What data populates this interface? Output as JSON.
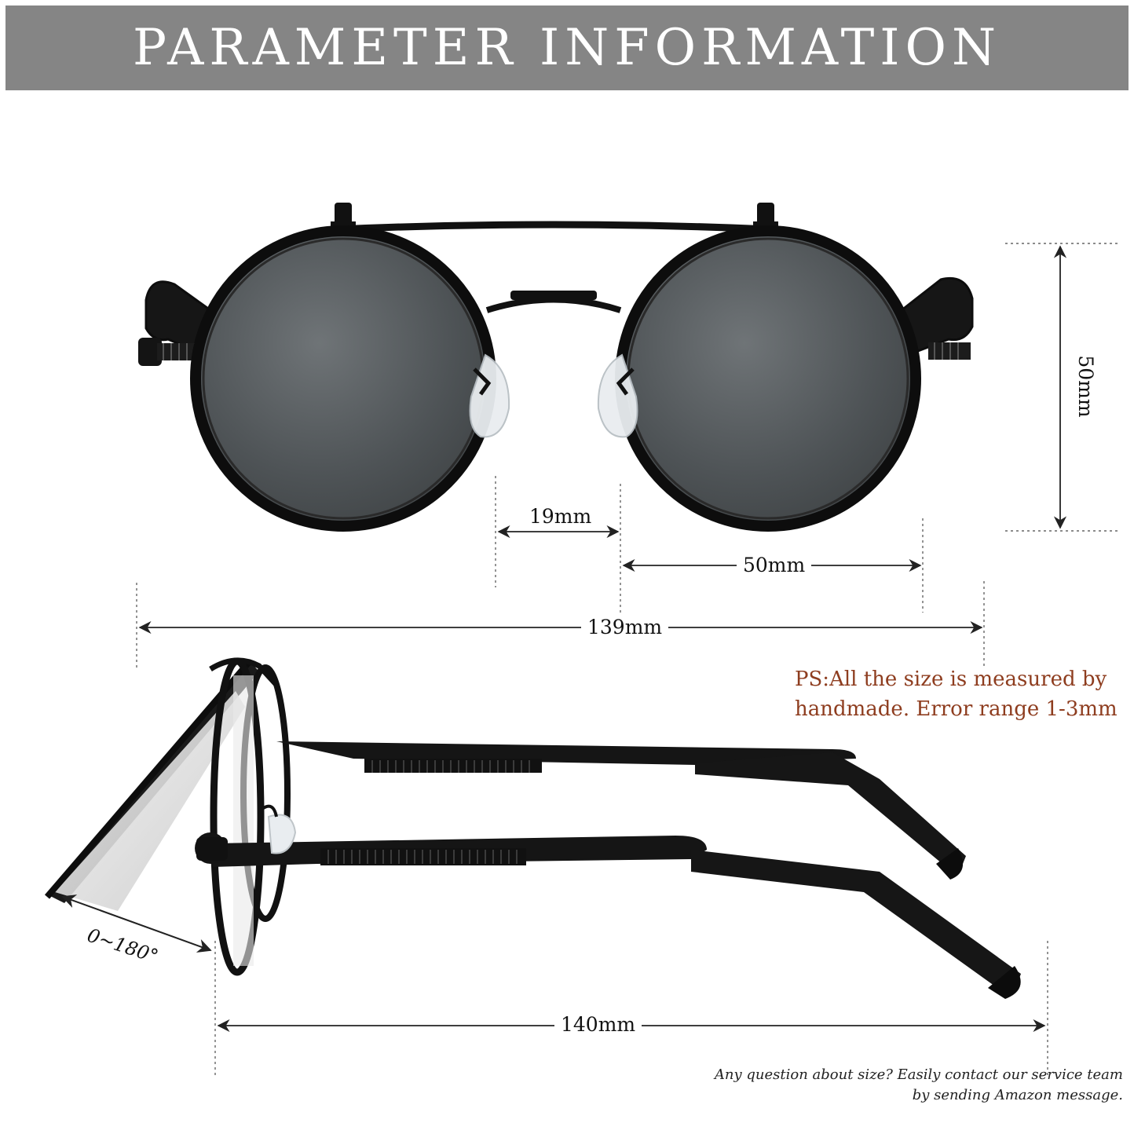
{
  "header": {
    "title": "PARAMETER INFORMATION"
  },
  "dimensions": {
    "bridge_width": "19mm",
    "lens_width": "50mm",
    "lens_height": "50mm",
    "frame_width": "139mm",
    "temple_length": "140mm",
    "flip_angle": "0~180°"
  },
  "notes": {
    "ps_line1": "PS:All the size is measured by",
    "ps_line2": "handmade. Error range 1-3mm",
    "contact_line1": "Any question about size? Easily contact our service team",
    "contact_line2": "by sending Amazon message."
  },
  "colors": {
    "header_background": "#858585",
    "header_text": "#ffffff",
    "ps_note_text": "#8e3d1f",
    "lens_tint": "#4e5356",
    "frame_metal": "#0d0d0d"
  },
  "product": {
    "views": [
      "front-view",
      "side-view"
    ],
    "icons": [
      "dimension-arrow-icon"
    ]
  }
}
